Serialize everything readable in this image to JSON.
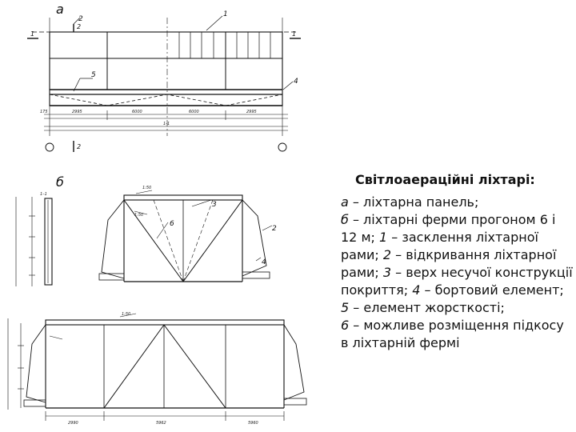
{
  "caption": {
    "title": "Світлоаераційні ліхтарі:",
    "lines": [
      {
        "key": "а",
        "text": " – ліхтарна панель;"
      },
      {
        "key": "б",
        "text": " – ліхтарні ферми прогоном 6 і 12 м; "
      },
      {
        "key": "1",
        "text": " – засклення ліхтарної рами; "
      },
      {
        "key": "2",
        "text": " – відкривання ліхтарної рами; "
      },
      {
        "key": "3",
        "text": " – верх несучої конструкції покриття; "
      },
      {
        "key": "4",
        "text": " – бортовий елемент; "
      },
      {
        "key": "5",
        "text": " – елемент жорсткості; "
      },
      {
        "key": "6",
        "text": " – можливе розміщення підкосу в ліхтарній фермі"
      }
    ]
  },
  "figure_a": {
    "letter": "а",
    "callouts": [
      "1",
      "2",
      "4",
      "5"
    ],
    "section_marks": [
      "1",
      "1",
      "2",
      "2"
    ],
    "dims": [
      "2995",
      "6000",
      "6000",
      "2995",
      "1-1",
      "175"
    ]
  },
  "figure_b": {
    "letter": "б",
    "callouts": [
      "2",
      "3",
      "4",
      "6"
    ],
    "section_label": "1–1",
    "slopes": [
      "1:50",
      "1:50",
      "1:50"
    ],
    "dims": [
      "2990",
      "5962",
      "5960"
    ]
  }
}
